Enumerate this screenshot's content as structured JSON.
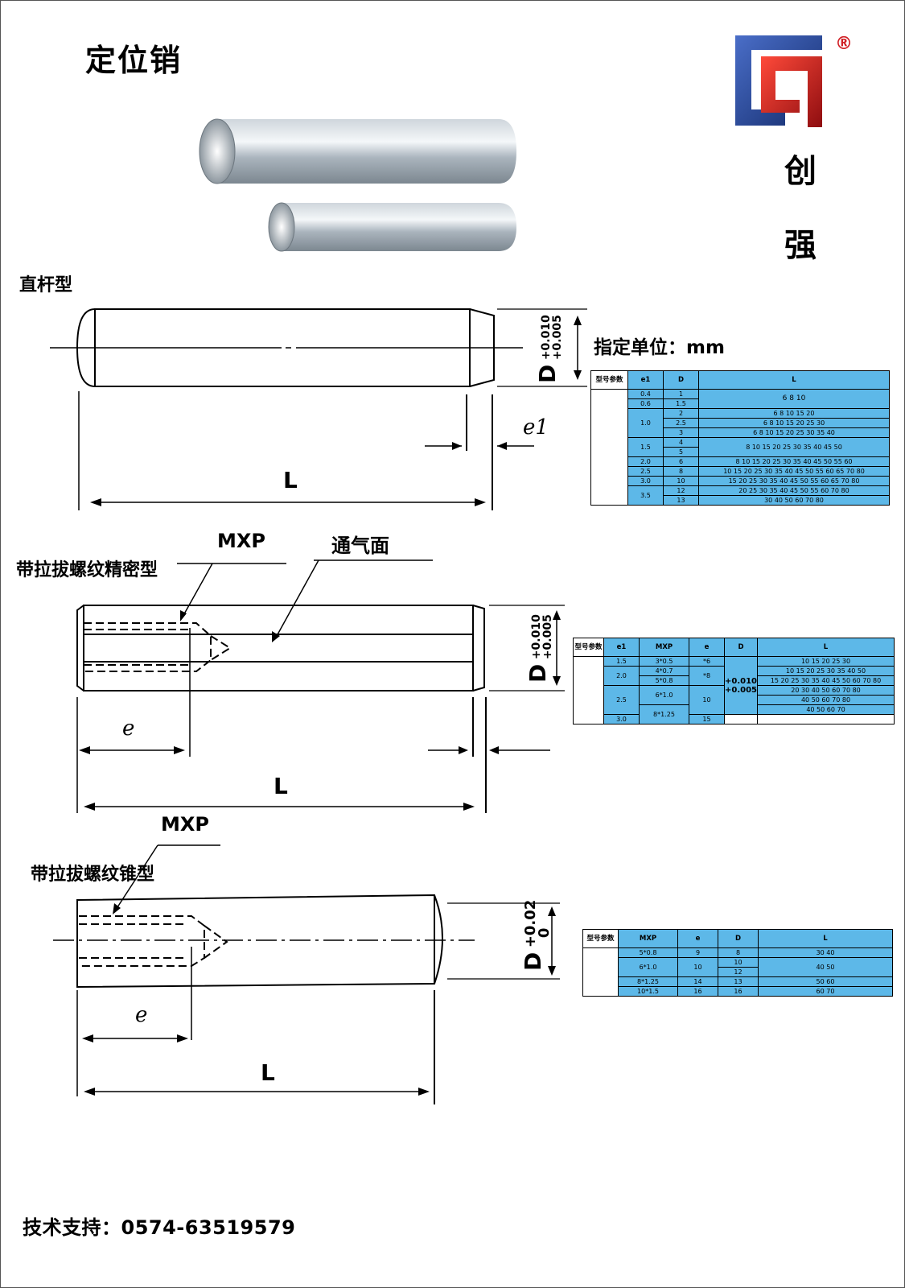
{
  "page": {
    "title": "定位销",
    "brand_chars": [
      "创",
      "强"
    ],
    "registered_mark": "®",
    "unit_label": "指定单位：mm",
    "support": "技术支持：0574-63519579"
  },
  "sections": {
    "straight": {
      "label": "直杆型",
      "L": "L",
      "e1": "e1",
      "D": "D",
      "tol_upper": "+0.010",
      "tol_lower": "+0.005"
    },
    "precision": {
      "label": "带拉拔螺纹精密型",
      "mxp": "MXP",
      "vent": "通气面",
      "e": "e",
      "L": "L",
      "D": "D",
      "tol_upper": "+0.010",
      "tol_lower": "+0.005"
    },
    "taper": {
      "label": "带拉拔螺纹锥型",
      "mxp": "MXP",
      "e": "e",
      "L": "L",
      "D": "D",
      "tol_upper": "+0.02",
      "tol_lower": "0"
    }
  },
  "table1": {
    "headers": [
      "型号参数",
      "e1",
      "D",
      "L"
    ],
    "rows": [
      [
        "0.4",
        "1"
      ],
      [
        "0.6",
        "1.5"
      ],
      [
        "",
        "2"
      ],
      [
        "1.0",
        "2.5"
      ],
      [
        "",
        "3"
      ],
      [
        "1.5",
        "4"
      ],
      [
        "",
        "5"
      ],
      [
        "2.0",
        "6"
      ],
      [
        "2.5",
        "8"
      ],
      [
        "3.0",
        "10"
      ],
      [
        "3.5",
        "12"
      ],
      [
        "",
        "13"
      ]
    ],
    "e1_groups": [
      "0.4",
      "0.6",
      "1.0",
      "1.5",
      "2.0",
      "2.5",
      "3.0",
      "3.5"
    ],
    "L_values": [
      "6 8 10",
      "6 8 10 15 20",
      "6 8 10 15 20 25 30",
      "6 8 10 15 20 25 30 35 40",
      "8 10 15 20 25 30 35 40 45 50",
      "8 10 15 20 25 30 35 40 45 50 55 60",
      "10 15 20 25 30 35 40 45 50 55 60 65 70 80",
      "15 20 25 30 35 40 45 50 55 60 65 70 80",
      "20 25 30 35 40 45 50 55 60    70 80",
      "30    40    50    60    70 80"
    ]
  },
  "table2": {
    "headers": [
      "型号参数",
      "e1",
      "MXP",
      "e",
      "D",
      "L"
    ],
    "e1": [
      "1.5",
      "2.0",
      "2.5",
      "3.0"
    ],
    "mxp": [
      "3*0.5",
      "4*0.7",
      "5*0.8",
      "6*1.0",
      "8*1.25"
    ],
    "e": [
      "*6",
      "*8",
      "10",
      "15"
    ],
    "D": [
      "+0.010",
      "+0.005"
    ],
    "L": [
      "10 15 20 25 30",
      "10 15 20 25 30 35 40    50",
      "15 20 25 30 35 40 45 50 60 70 80",
      "20    30    40    50 60 70 80",
      "40    50 60 70 80",
      "40    50 60 70"
    ]
  },
  "table3": {
    "headers": [
      "型号参数",
      "MXP",
      "e",
      "D",
      "L"
    ],
    "mxp": [
      "5*0.8",
      "6*1.0",
      "8*1.25",
      "10*1.5"
    ],
    "e": [
      "9",
      "10",
      "14",
      "16"
    ],
    "D": [
      "8",
      "10",
      "12",
      "13",
      "16"
    ],
    "L": [
      "30 40",
      "40 50",
      "50 60",
      "60 70"
    ]
  },
  "colors": {
    "table_fill": "#5db8e8",
    "logo_blue": "#1f3f8f",
    "logo_red": "#d11f25"
  }
}
